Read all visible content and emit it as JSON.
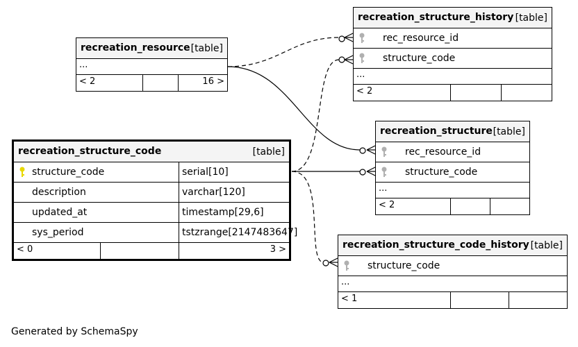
{
  "tables": {
    "rs_history": {
      "name": "recreation_structure_history",
      "type": "[table]",
      "columns": [
        {
          "name": "rec_resource_id"
        },
        {
          "name": "structure_code"
        }
      ],
      "ellipsis": "...",
      "footer": {
        "left": "< 2",
        "right": ""
      }
    },
    "resource": {
      "name": "recreation_resource",
      "type": "[table]",
      "ellipsis": "...",
      "footer": {
        "left": "< 2",
        "right": "16 >"
      }
    },
    "structure": {
      "name": "recreation_structure",
      "type": "[table]",
      "columns": [
        {
          "name": "rec_resource_id"
        },
        {
          "name": "structure_code"
        }
      ],
      "ellipsis": "...",
      "footer": {
        "left": "< 2",
        "right": ""
      }
    },
    "code": {
      "name": "recreation_structure_code",
      "type": "[table]",
      "columns": [
        {
          "name": "structure_code",
          "type": "serial[10]",
          "primary_key": true
        },
        {
          "name": "description",
          "type": "varchar[120]"
        },
        {
          "name": "updated_at",
          "type": "timestamp[29,6]"
        },
        {
          "name": "sys_period",
          "type": "tstzrange[2147483647]"
        }
      ],
      "footer": {
        "left": "< 0",
        "right": "3 >"
      }
    },
    "code_history": {
      "name": "recreation_structure_code_history",
      "type": "[table]",
      "columns": [
        {
          "name": "structure_code"
        }
      ],
      "ellipsis": "...",
      "footer": {
        "left": "< 1",
        "right": ""
      }
    }
  },
  "colors": {
    "primary_key": "#e8d800",
    "foreign_key": "#b0b0b0",
    "header_bg": "#f4f4f4"
  },
  "footer_text": "Generated by SchemaSpy"
}
